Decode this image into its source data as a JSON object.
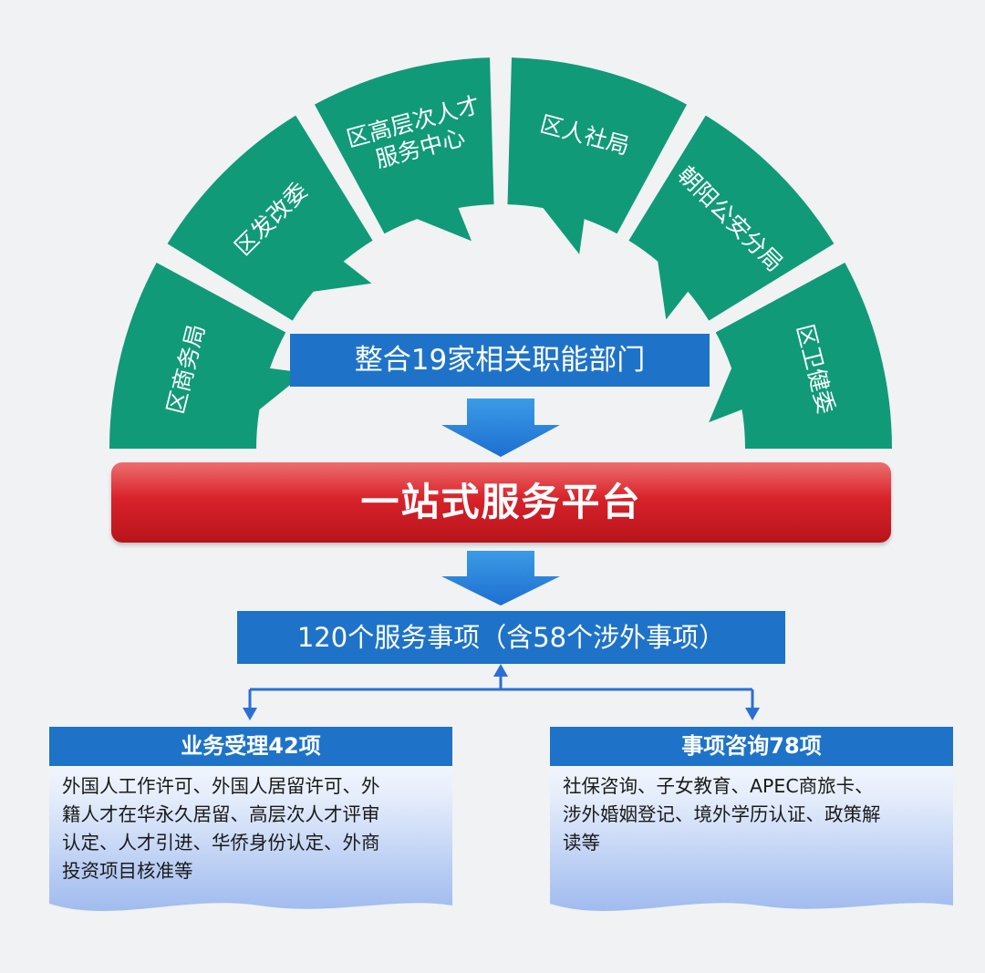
{
  "departments": [
    "区商务局",
    "区发改委",
    "区高层次人才服务中心",
    "区人社局",
    "朝阳公安分局",
    "区卫健委"
  ],
  "department_label_lines": {
    "d3": [
      "区高层次人才",
      "服务中心"
    ]
  },
  "integrate_banner": "整合19家相关职能部门",
  "platform": "一站式服务平台",
  "services_banner": "120个服务事项（含58个涉外事项）",
  "panels": {
    "left": {
      "title": "业务受理42项",
      "lines": [
        "外国人工作许可、外国人居留许可、外",
        "籍人才在华永久居留、高层次人才评审",
        "认定、人才引进、华侨身份认定、外商",
        "投资项目核准等"
      ]
    },
    "right": {
      "title": "事项咨询78项",
      "lines": [
        "社保咨询、子女教育、APEC商旅卡、",
        "涉外婚姻登记、境外学历认证、政策解",
        "读等"
      ]
    }
  },
  "colors": {
    "segment_green": "#109a78",
    "banner_blue": "#1e73c8",
    "arrow_blue": "#2a87da",
    "platform_red": "#d8222a",
    "background": "#f1f2f4"
  }
}
